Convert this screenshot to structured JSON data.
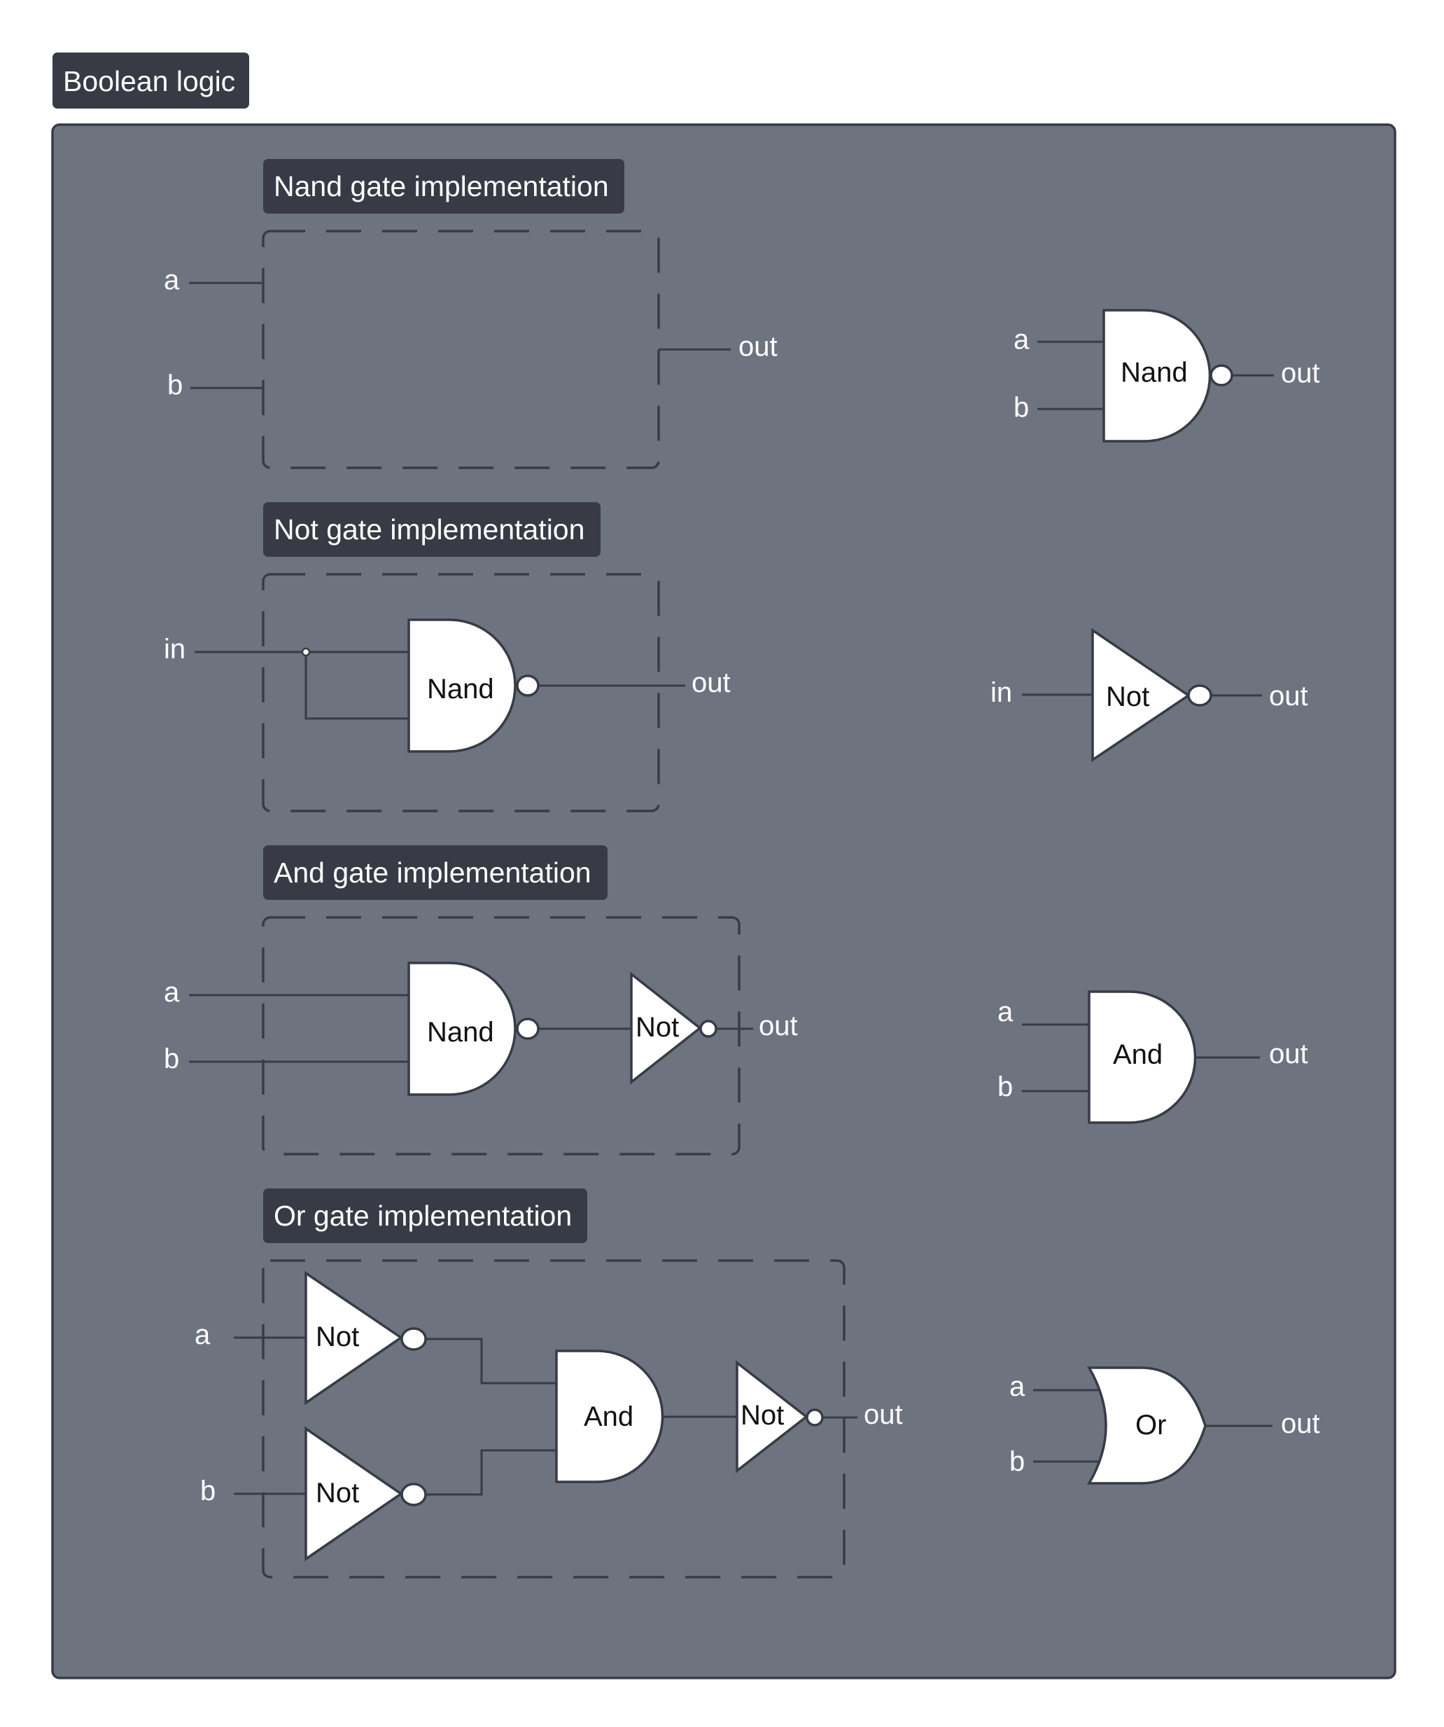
{
  "diagram_title": "Boolean logic",
  "sections": {
    "nand": {
      "title": "Nand gate implementation",
      "impl_inputs": [
        "a",
        "b"
      ],
      "impl_output": "out",
      "symbol": {
        "label": "Nand",
        "inputs": [
          "a",
          "b"
        ],
        "output": "out"
      }
    },
    "not": {
      "title": "Not gate implementation",
      "impl_input": "in",
      "impl_gate": "Nand",
      "impl_output": "out",
      "symbol": {
        "label": "Not",
        "input": "in",
        "output": "out"
      }
    },
    "and": {
      "title": "And gate implementation",
      "impl_inputs": [
        "a",
        "b"
      ],
      "impl_gates": [
        "Nand",
        "Not"
      ],
      "impl_output": "out",
      "symbol": {
        "label": "And",
        "inputs": [
          "a",
          "b"
        ],
        "output": "out"
      }
    },
    "or": {
      "title": "Or gate implementation",
      "impl_inputs": [
        "a",
        "b"
      ],
      "impl_gates": [
        "Not",
        "Not",
        "And",
        "Not"
      ],
      "impl_output": "out",
      "symbol": {
        "label": "Or",
        "inputs": [
          "a",
          "b"
        ],
        "output": "out"
      }
    }
  },
  "colors": {
    "panel": "#6e7380",
    "label_bg": "#383b45",
    "gate_fill": "#ffffff",
    "stroke": "#383b45",
    "text_light": "#ffffff",
    "text_dark": "#111111"
  }
}
